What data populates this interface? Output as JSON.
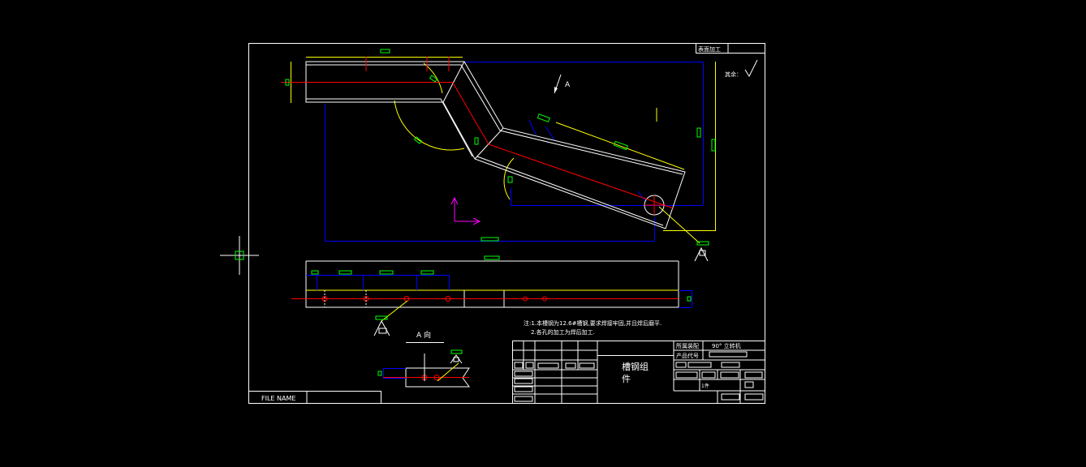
{
  "drawing": {
    "surface_note": "表面加工",
    "remainder_label": "其余：",
    "view_arrow_label": "A",
    "view_label": "A 向",
    "notes": [
      "注:1.本槽钢为12.6#槽钢,要求焊接牢固,并且焊后磨平.",
      "2.各孔的加工为焊后加工."
    ],
    "file_name_label": "FILE NAME",
    "title_block": {
      "part_name_line1": "槽钢组",
      "part_name_line2": "件",
      "project_label": "所属装配",
      "project_value": "90° 立转机",
      "product_code_label": "产品代号",
      "quantity": "1件"
    }
  },
  "colors": {
    "background": "#000000",
    "outline": "#ffffff",
    "dimension": "#0000ff",
    "centerline": "#ff0000",
    "leader": "#ffff00",
    "text_box": "#00ff00",
    "ucs_icon": "#ff00ff"
  }
}
